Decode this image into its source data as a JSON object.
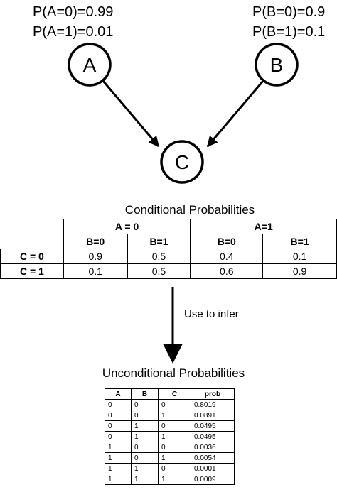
{
  "priors": {
    "a_line1": "P(A=0)=0.99",
    "a_line2": "P(A=1)=0.01",
    "b_line1": "P(B=0)=0.9",
    "b_line2": "P(B=1)=0.1"
  },
  "nodes": {
    "a": "A",
    "b": "B",
    "c": "C"
  },
  "conditional": {
    "title": "Conditional Probabilities",
    "group_a0": "A = 0",
    "group_a1": "A=1",
    "sub_headers": [
      "B=0",
      "B=1",
      "B=0",
      "B=1"
    ],
    "rows": [
      {
        "label": "C = 0",
        "values": [
          "0.9",
          "0.5",
          "0.4",
          "0.1"
        ]
      },
      {
        "label": "C = 1",
        "values": [
          "0.1",
          "0.5",
          "0.6",
          "0.9"
        ]
      }
    ]
  },
  "inference_label": "Use to infer",
  "unconditional": {
    "title": "Unconditional Probabilities",
    "headers": [
      "A",
      "B",
      "C",
      "prob"
    ],
    "rows": [
      [
        "0",
        "0",
        "0",
        "0.8019"
      ],
      [
        "0",
        "0",
        "1",
        "0.0891"
      ],
      [
        "0",
        "1",
        "0",
        "0.0495"
      ],
      [
        "0",
        "1",
        "1",
        "0.0495"
      ],
      [
        "1",
        "0",
        "0",
        "0.0036"
      ],
      [
        "1",
        "0",
        "1",
        "0.0054"
      ],
      [
        "1",
        "1",
        "0",
        "0.0001"
      ],
      [
        "1",
        "1",
        "1",
        "0.0009"
      ]
    ]
  },
  "colors": {
    "ink": "#000000",
    "background": "#ffffff"
  }
}
